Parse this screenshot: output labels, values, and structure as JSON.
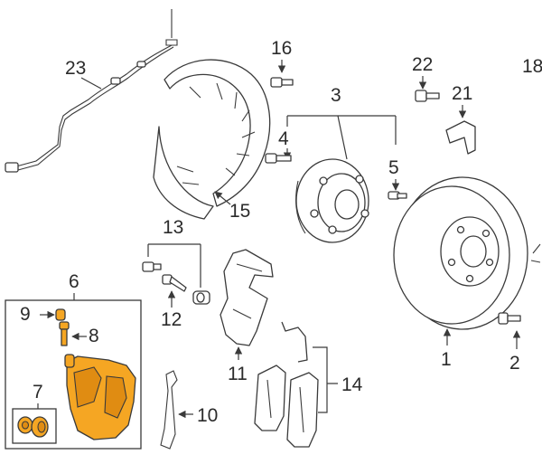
{
  "diagram": {
    "highlight_color": "#f5a623",
    "line_color": "#3a3a3a",
    "callouts": {
      "c1": "1",
      "c2": "2",
      "c3": "3",
      "c4": "4",
      "c5": "5",
      "c6": "6",
      "c7": "7",
      "c8": "8",
      "c9": "9",
      "c10": "10",
      "c11": "11",
      "c12": "12",
      "c13": "13",
      "c14": "14",
      "c15": "15",
      "c16": "16",
      "c18": "18",
      "c21": "21",
      "c22": "22",
      "c23": "23"
    }
  }
}
